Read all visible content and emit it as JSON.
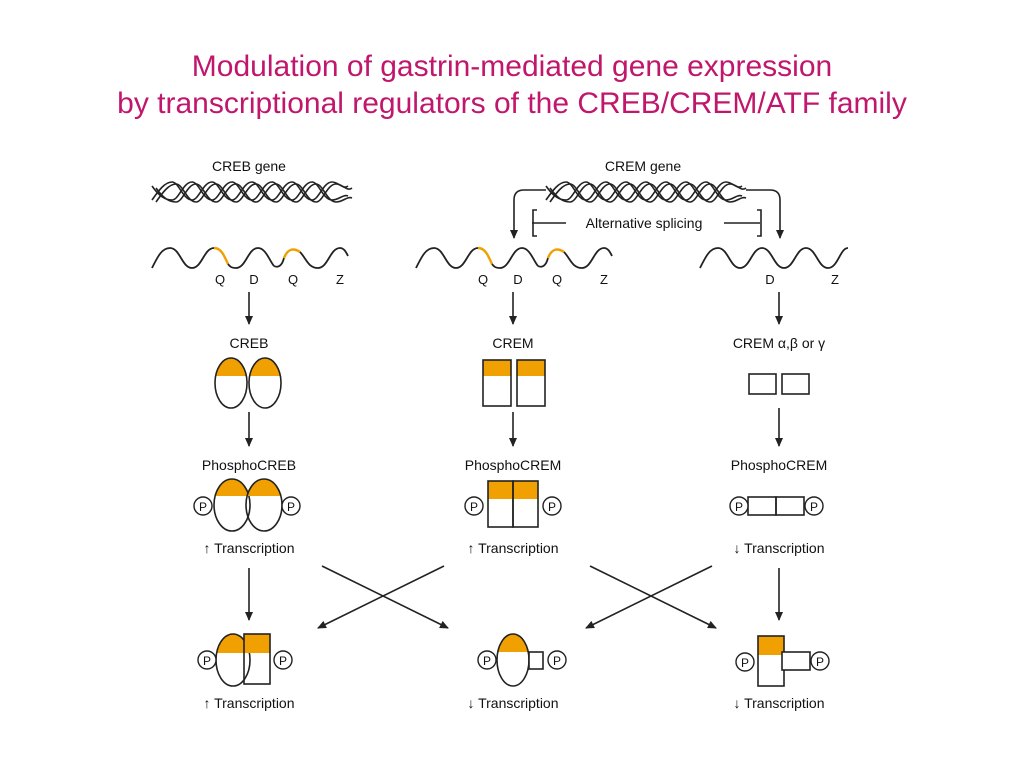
{
  "title": {
    "line1": "Modulation of gastrin-mediated gene expression",
    "line2": "by transcriptional regulators of the CREB/CREM/ATF family"
  },
  "colors": {
    "title": "#c0166c",
    "domain_highlight": "#f0a000",
    "stroke": "#222222"
  },
  "genes": {
    "creb_gene": "CREB gene",
    "crem_gene": "CREM gene",
    "splicing": "Alternative splicing"
  },
  "domains": {
    "left": [
      "Q",
      "D",
      "Q",
      "Z"
    ],
    "middle": [
      "Q",
      "D",
      "Q",
      "Z"
    ],
    "right": [
      "D",
      "Z"
    ]
  },
  "proteins": {
    "creb": "CREB",
    "crem": "CREM",
    "crem_abg": "CREM α,β or γ"
  },
  "phospho": {
    "creb": "PhosphoCREB",
    "crem_middle": "PhosphoCREM",
    "crem_right": "PhosphoCREM"
  },
  "p_label": "P",
  "transcription": {
    "row1": [
      "↑ Transcription",
      "↑ Transcription",
      "↓ Transcription"
    ],
    "row2": [
      "↑ Transcription",
      "↓ Transcription",
      "↓ Transcription"
    ]
  }
}
